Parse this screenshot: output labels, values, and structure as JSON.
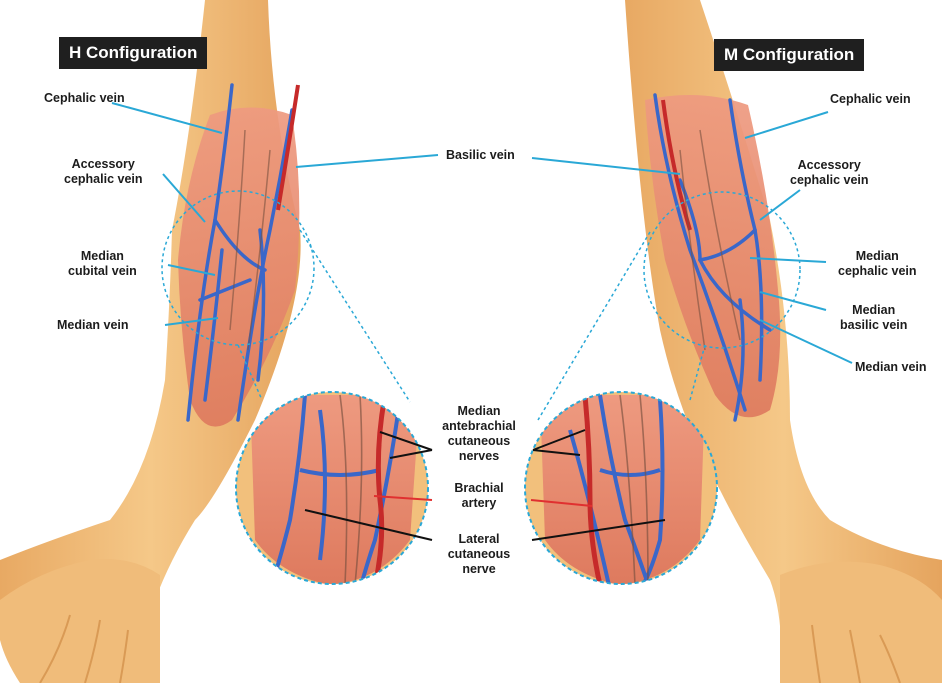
{
  "left_panel": {
    "title": "H Configuration",
    "labels": {
      "cephalic_vein": "Cephalic vein",
      "accessory_cephalic_vein": "Accessory\ncephalic vein",
      "median_cubital_vein": "Median\ncubital vein",
      "median_vein": "Median vein"
    }
  },
  "right_panel": {
    "title": "M Configuration",
    "labels": {
      "cephalic_vein": "Cephalic vein",
      "accessory_cephalic_vein": "Accessory\ncephalic vein",
      "median_cephalic_vein": "Median\ncephalic vein",
      "median_basilic_vein": "Median\nbasilic vein",
      "median_vein": "Median vein"
    }
  },
  "shared_labels": {
    "basilic_vein": "Basilic vein",
    "median_antebrachial_cutaneous_nerves": "Median\nantebrachial\ncutaneous\nnerves",
    "brachial_artery": "Brachial\nartery",
    "lateral_cutaneous_nerve": "Lateral\ncutaneous\nnerve"
  },
  "colors": {
    "skin": "#f2c07c",
    "skin_shadow": "#e2a560",
    "muscle": "#e6866a",
    "vein": "#3a67c9",
    "artery": "#c62a2a",
    "nerve": "#111111",
    "leader": "#2aa8d6"
  }
}
